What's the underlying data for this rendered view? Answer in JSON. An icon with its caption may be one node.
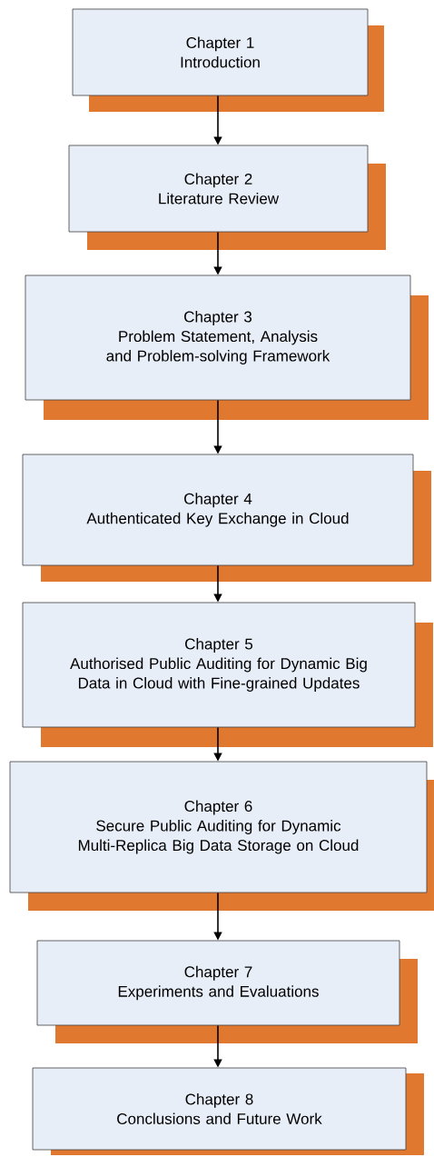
{
  "diagram": {
    "nodes": [
      {
        "text": [
          "Chapter 1",
          "Introduction"
        ]
      },
      {
        "text": [
          "Chapter 2",
          "Literature Review"
        ]
      },
      {
        "text": [
          "Chapter 3",
          "Problem Statement, Analysis and Problem-solving Framework"
        ]
      },
      {
        "text": [
          "Chapter 4",
          "Authenticated Key Exchange in Cloud"
        ]
      },
      {
        "text": [
          "Chapter 5",
          "Authorised Public Auditing for Dynamic Big Data in Cloud with Fine-grained Updates"
        ]
      },
      {
        "text": [
          "Chapter 6",
          "Secure Public Auditing for Dynamic Multi-Replica Big Data Storage on Cloud"
        ]
      },
      {
        "text": [
          "Chapter 7",
          "Experiments and Evaluations"
        ]
      },
      {
        "text": [
          "Chapter 8",
          "Conclusions and Future Work"
        ]
      }
    ],
    "edges": [
      {
        "from": 0,
        "to": 1,
        "arrow": "to"
      },
      {
        "from": 1,
        "to": 2,
        "arrow": "to"
      },
      {
        "from": 2,
        "to": 3,
        "arrow": "to"
      },
      {
        "from": 3,
        "to": 4,
        "arrow": "to"
      },
      {
        "from": 4,
        "to": 5,
        "arrow": "to"
      },
      {
        "from": 5,
        "to": 6,
        "arrow": "to"
      },
      {
        "from": 6,
        "to": 7,
        "arrow": "to"
      }
    ]
  }
}
